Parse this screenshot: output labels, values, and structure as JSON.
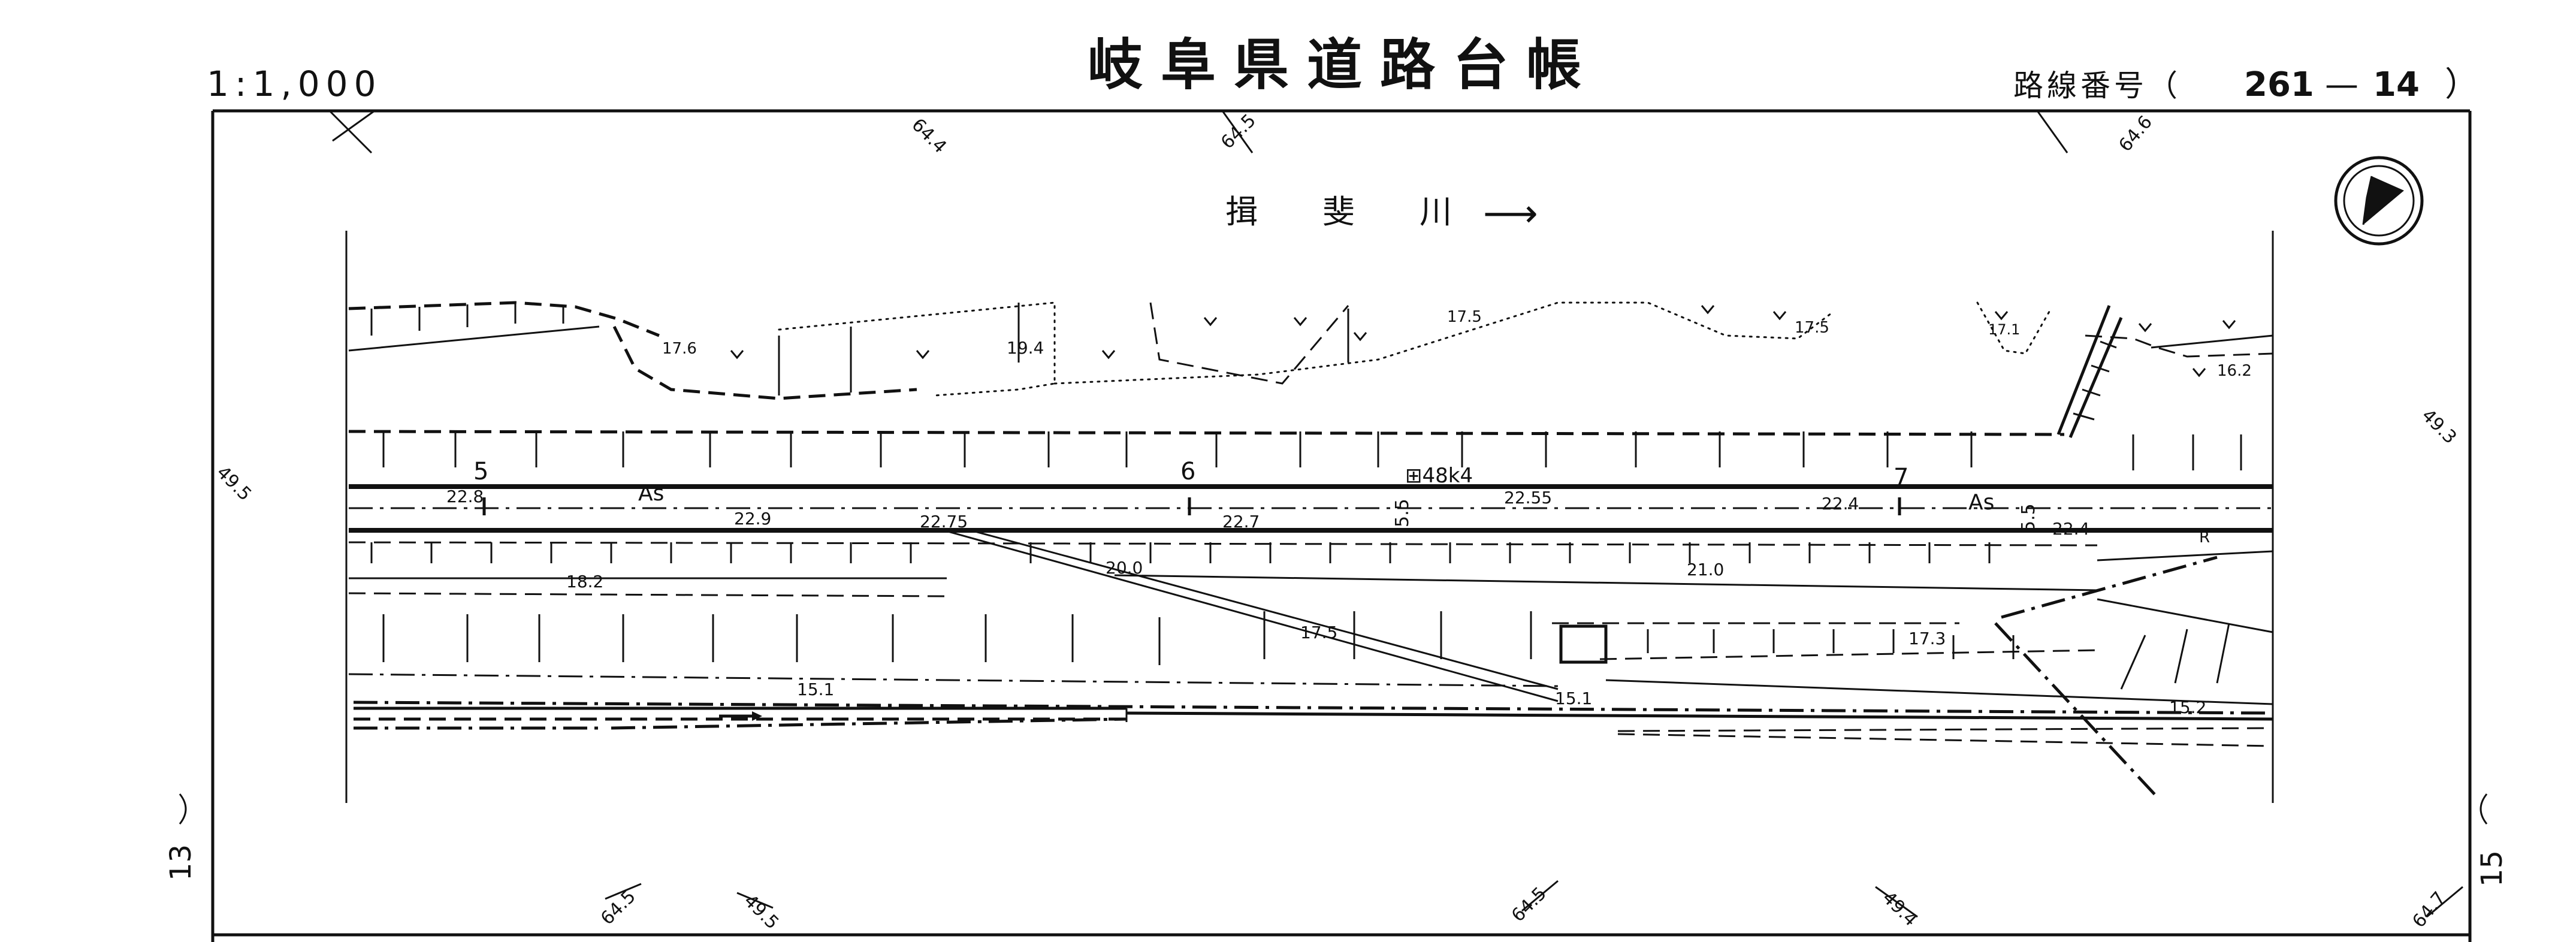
{
  "header": {
    "scale": "1:1,000",
    "title": "岐阜県道路台帳",
    "route_label": "路線番号（",
    "route_main": "261",
    "route_dash": "—",
    "route_sub": "14",
    "route_close": "）"
  },
  "river": {
    "name": "揖　　斐　　川",
    "arrow": "⟶"
  },
  "compass": {
    "icon": "north-arrow-icon"
  },
  "sheet_refs": {
    "left": "13",
    "right": "15"
  },
  "sections": [
    "5",
    "6",
    "7"
  ],
  "surface_labels": [
    "As",
    "As"
  ],
  "km_post": "⊞48k4",
  "widths": [
    "5.5",
    "5.5"
  ],
  "elevations": {
    "road": [
      "22.8",
      "22.9",
      "22.75",
      "22.7",
      "22.55",
      "22.4",
      "22.4"
    ],
    "lower": [
      "20.0",
      "21.0",
      "18.2",
      "17.5",
      "17.3",
      "15.1",
      "15.1",
      "15.2"
    ],
    "upper": [
      "17.6",
      "19.4",
      "17.5",
      "17.5",
      "17.1",
      "16.2"
    ]
  },
  "coords": {
    "top": [
      "64.4",
      "64.5",
      "64.6"
    ],
    "bottom": [
      "64.5",
      "49.5",
      "64.5",
      "49.4",
      "64.7"
    ],
    "side": [
      "49.5",
      "49.3"
    ]
  },
  "symbols": {
    "r_mark": "R"
  }
}
